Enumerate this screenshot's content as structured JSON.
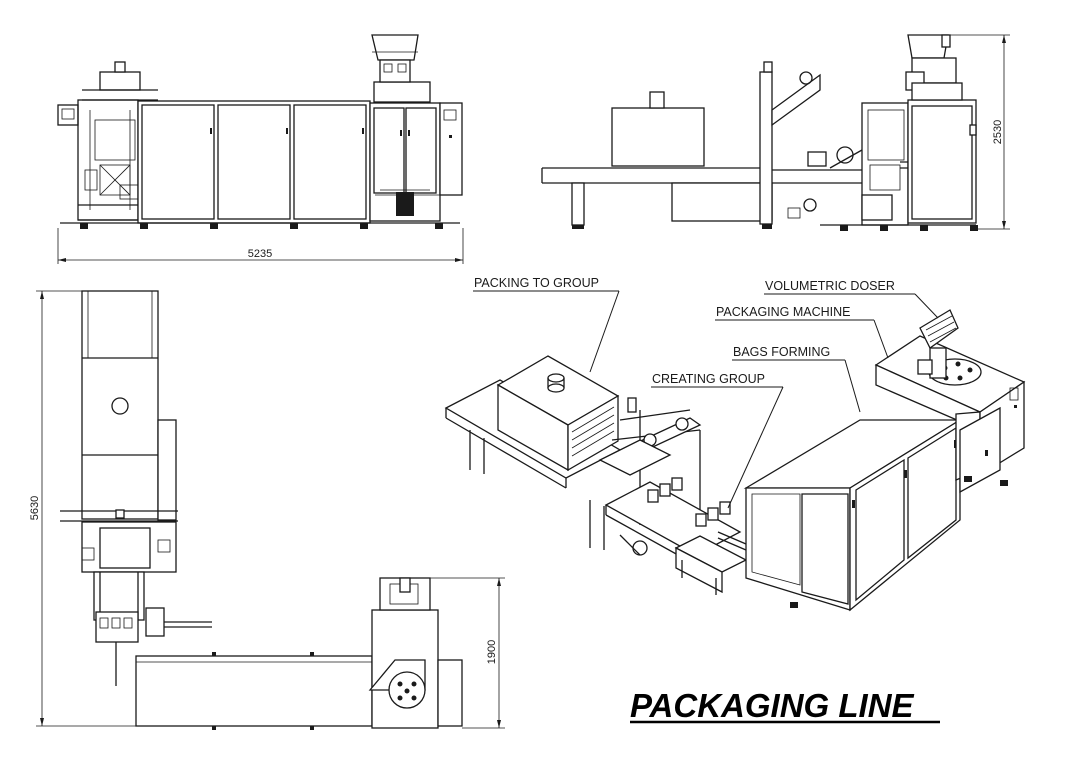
{
  "dimensions": {
    "front_length": "5235",
    "side_height": "2530",
    "top_length": "5630",
    "top_width": "1900"
  },
  "labels": {
    "packing_to_group": "PACKING TO GROUP",
    "volumetric_doser": "VOLUMETRIC DOSER",
    "packaging_machine": "PACKAGING MACHINE",
    "bags_forming": "BAGS FORMING",
    "creating_group": "CREATING GROUP"
  },
  "title": "PACKAGING LINE"
}
